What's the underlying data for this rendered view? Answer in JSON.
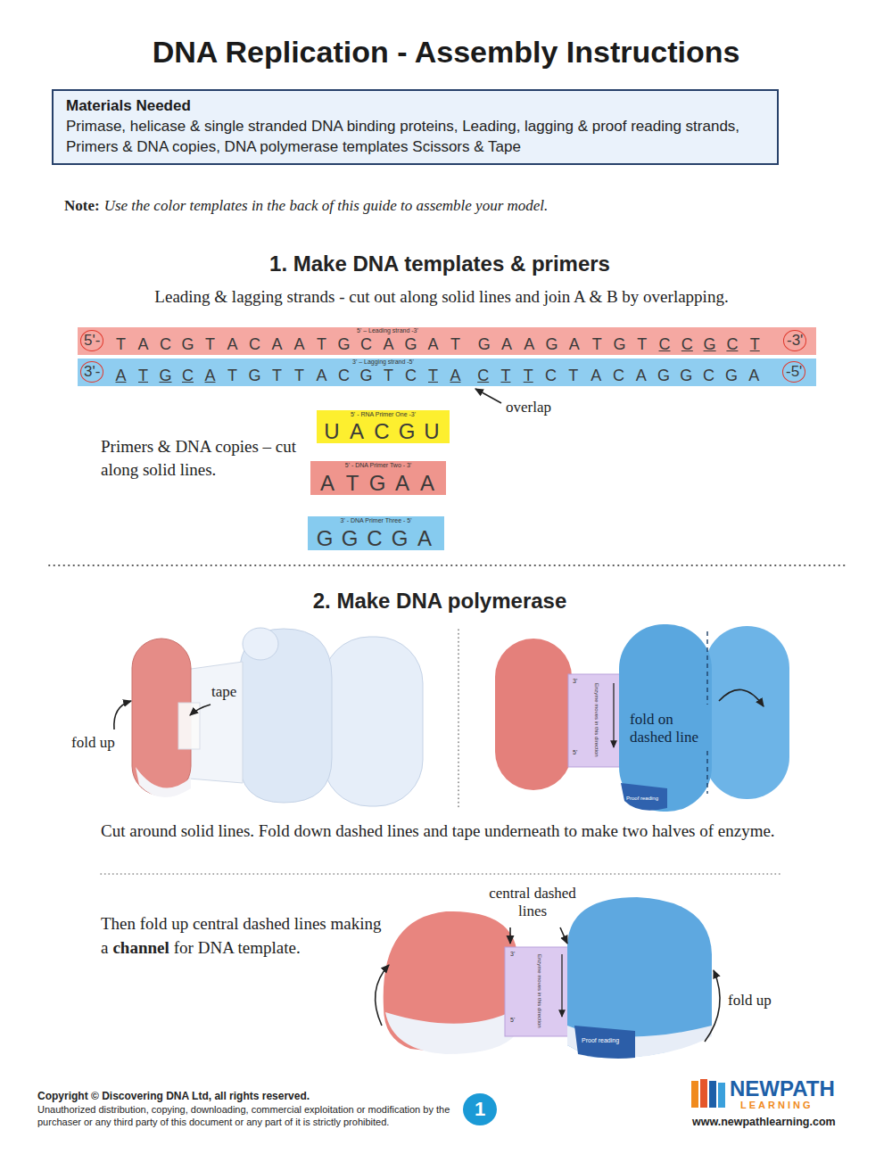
{
  "diagram": {
    "title": "DNA Replication - Assembly Instructions",
    "nodes": [
      {
        "text": [
          "Materials Needed",
          "Primase, helicase & single stranded DNA binding proteins, Leading, lagging & proof reading strands, Primers & DNA copies, DNA polymerase templates Scissors & Tape"
        ]
      },
      {
        "text": [
          "5'-",
          "5' – Leading strand -3'",
          "TACGTACAATGCAGAT"
        ]
      },
      {
        "text": [
          "GAAGATGTCCGCT",
          "-3'"
        ]
      },
      {
        "text": [
          "3'-",
          "3' – Lagging strand -5'",
          "ATGCATGTTACGTCTA"
        ]
      },
      {
        "text": [
          "CTTCTACAGGCGA",
          "-5'"
        ]
      },
      {
        "text": [
          "5' - RNA Primer One -3'",
          "UACGU"
        ]
      },
      {
        "text": [
          "5' - DNA Primer Two - 3'",
          "ATGAA"
        ]
      },
      {
        "text": [
          "3' - DNA Primer Three - 5'",
          "GGCGA"
        ]
      },
      {
        "text": [
          "1"
        ]
      }
    ],
    "labels": [
      "Note:",
      "Use the color templates in the back of this guide to assemble your model.",
      "1. Make DNA templates & primers",
      "Leading & lagging strands - cut out along solid lines and join A & B by overlapping.",
      "overlap",
      "Primers & DNA copies – cut along solid lines.",
      "2. Make DNA polymerase",
      "tape",
      "fold up",
      "3'",
      "Enzyme moves in this direction",
      "5'",
      "Proof reading",
      "fold on dashed line",
      "Cut around solid lines. Fold down dashed lines and tape underneath to make two halves of enzyme.",
      "Then fold up central dashed lines making a",
      "channel",
      "for DNA template.",
      "central dashed lines",
      "3'",
      "Enzyme moves in this direction",
      "5'",
      "Proof reading",
      "fold up",
      "Copyright © Discovering DNA Ltd, all rights reserved.",
      "Unauthorized distribution, copying, downloading, commercial exploitation or modification by the purchaser or any third party of this document or any part of it is strictly prohibited.",
      "NEWPATH",
      "LEARNING",
      "www.newpathlearning.com"
    ]
  }
}
